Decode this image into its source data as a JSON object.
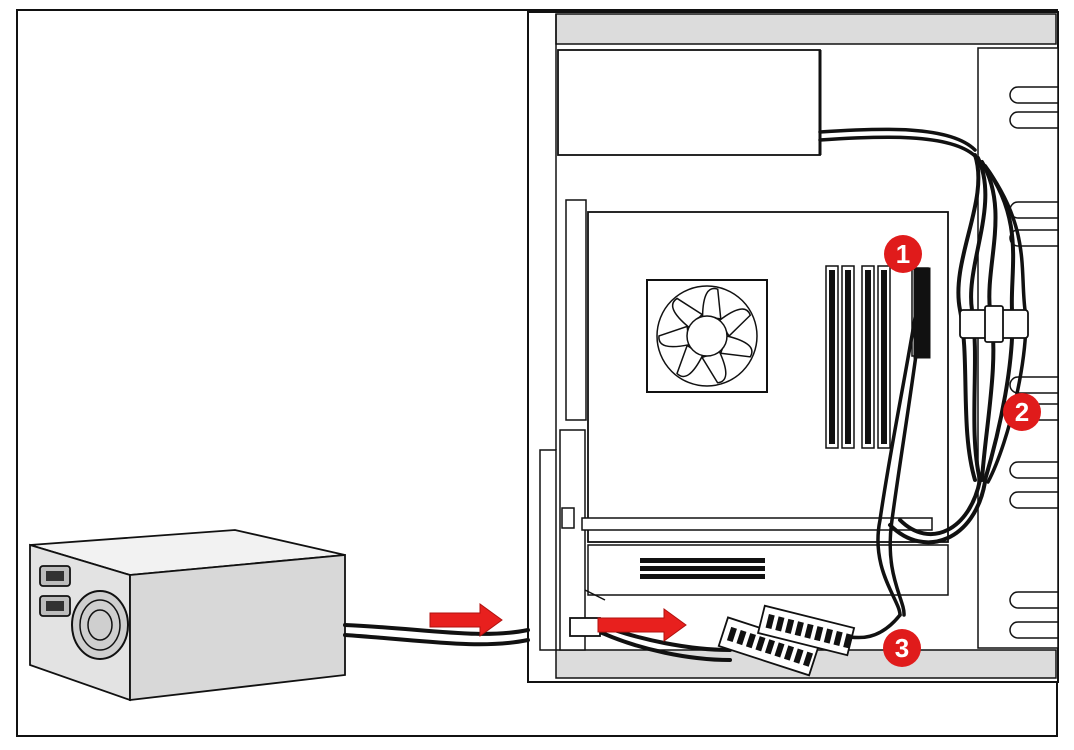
{
  "markers": [
    {
      "label": "1",
      "color": "#e01b1b"
    },
    {
      "label": "2",
      "color": "#e01b1b"
    },
    {
      "label": "3",
      "color": "#e01b1b"
    }
  ],
  "colors": {
    "frame": "#111111",
    "case_fill": "#ffffff",
    "metal": "#d9d9d9",
    "psu_face": "#e6e6e6",
    "psu_side": "#d4d4d4",
    "cable": "#111111",
    "arrow": "#e8201e"
  },
  "icons": {
    "fan": "cooling-fan-icon",
    "arrow": "insert-arrow-icon",
    "connector": "power-connector-icon"
  }
}
